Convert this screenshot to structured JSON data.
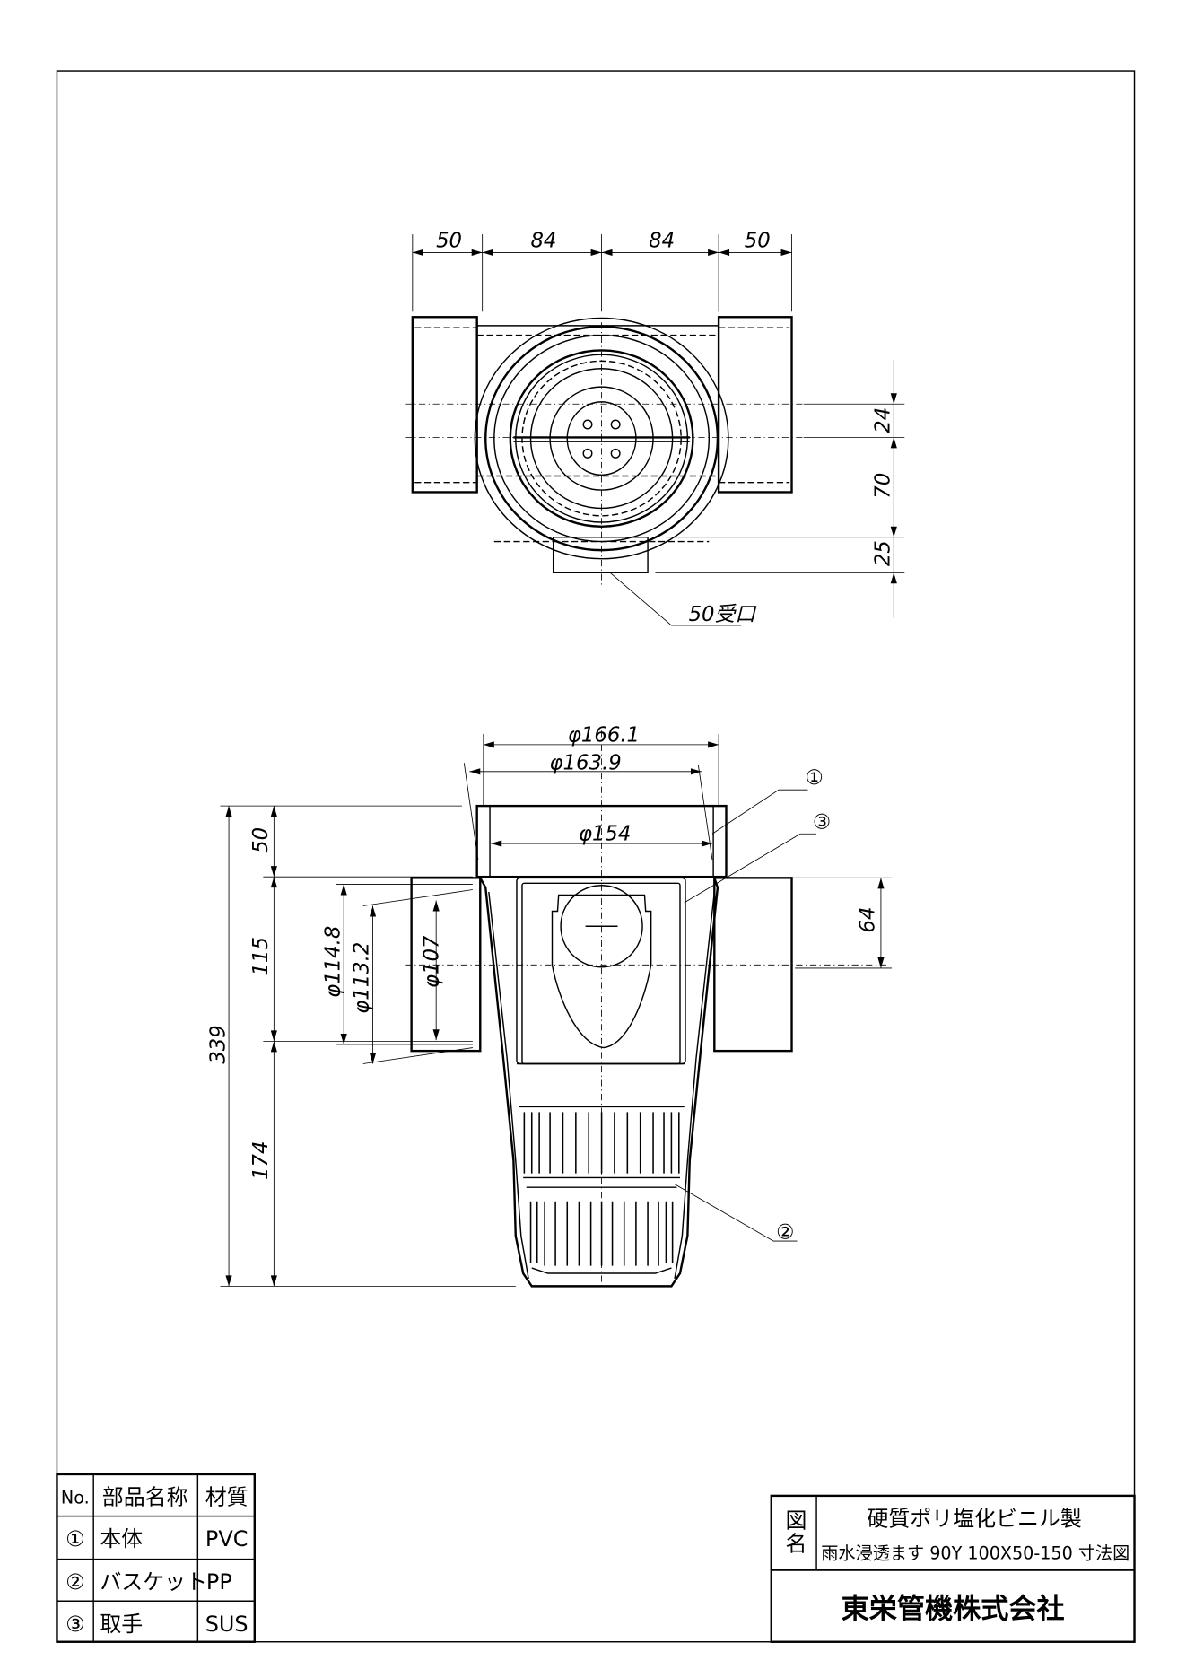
{
  "top_view": {
    "dims_horizontal": [
      "50",
      "84",
      "84",
      "50"
    ],
    "dims_vertical": [
      "24",
      "70",
      "25"
    ],
    "socket_label": "50受口"
  },
  "side_view": {
    "dia_166": "φ166.1",
    "dia_163": "φ163.9",
    "dia_154": "φ154",
    "dia_1148": "φ114.8",
    "dia_1132": "φ113.2",
    "dia_107": "φ107",
    "dims_left": [
      "50",
      "115",
      "174"
    ],
    "dim_total": "339",
    "dim_right": "64",
    "callouts": [
      "①",
      "③",
      "②"
    ]
  },
  "parts_table": {
    "headers": [
      "No.",
      "部品名称",
      "材質"
    ],
    "rows": [
      {
        "no": "①",
        "name": "本体",
        "material": "PVC"
      },
      {
        "no": "②",
        "name": "バスケット",
        "material": "PP"
      },
      {
        "no": "③",
        "name": "取手",
        "material": "SUS"
      }
    ]
  },
  "title_block": {
    "label": "図名",
    "title_line1": "硬質ポリ塩化ビニル製",
    "title_line2": "雨水浸透ます 90Y 100X50-150 寸法図",
    "company": "東栄管機株式会社"
  }
}
